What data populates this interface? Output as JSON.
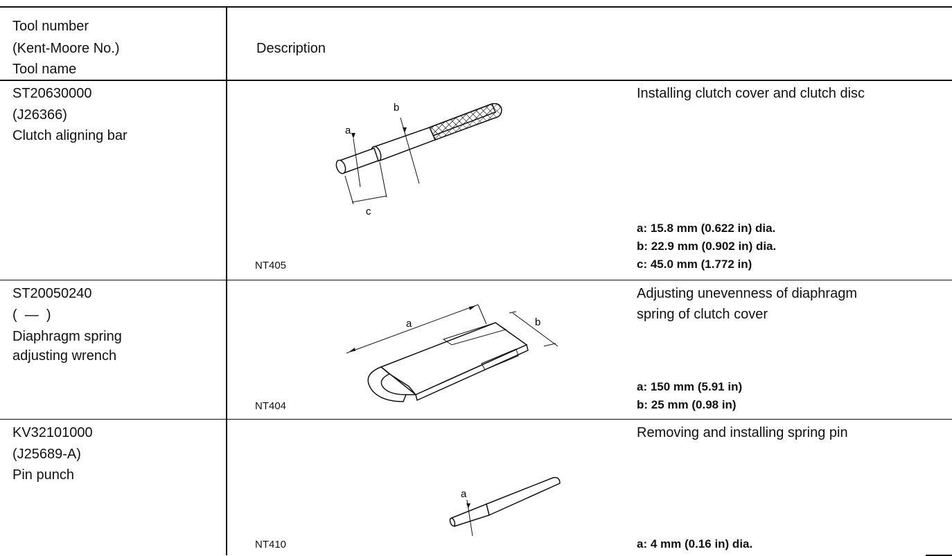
{
  "header": {
    "col1_line1": "Tool number",
    "col1_line2": "(Kent-Moore No.)",
    "col1_line3": "Tool name",
    "col2": "Description"
  },
  "rows": [
    {
      "number": "ST20630000",
      "kent_moore": "(J26366)",
      "name_lines": [
        "Clutch aligning bar"
      ],
      "code": "NT405",
      "description_lines": [
        "Installing clutch cover and clutch disc"
      ],
      "specs": [
        "a: 15.8 mm (0.622 in) dia.",
        "b: 22.9 mm (0.902 in) dia.",
        "c: 45.0 mm (1.772 in)"
      ],
      "labels": [
        "a",
        "b",
        "c"
      ]
    },
    {
      "number": "ST20050240",
      "kent_moore": "(  —  )",
      "name_lines": [
        "Diaphragm spring",
        "adjusting wrench"
      ],
      "code": "NT404",
      "description_lines": [
        "Adjusting unevenness of diaphragm",
        "spring of clutch cover"
      ],
      "specs": [
        "a: 150 mm (5.91 in)",
        "b: 25 mm (0.98 in)"
      ],
      "labels": [
        "a",
        "b"
      ]
    },
    {
      "number": "KV32101000",
      "kent_moore": "(J25689-A)",
      "name_lines": [
        "Pin punch"
      ],
      "code": "NT410",
      "description_lines": [
        "Removing and installing spring pin"
      ],
      "specs": [
        "a: 4 mm (0.16 in) dia."
      ],
      "labels": [
        "a"
      ]
    }
  ]
}
